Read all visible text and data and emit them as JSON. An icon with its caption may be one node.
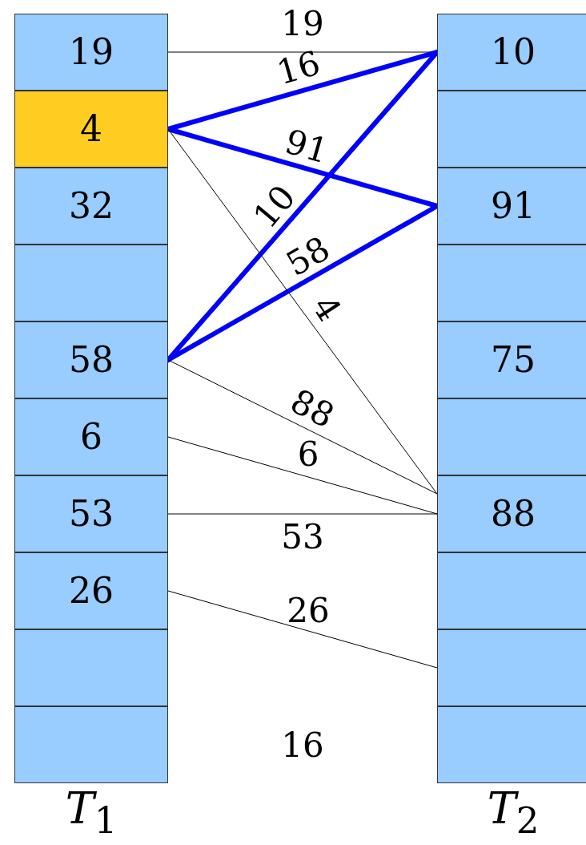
{
  "diagram": {
    "nodes": [
      {
        "text": [
          "*T*$_{1}$"
        ]
      },
      {
        "text": [
          "19"
        ],
        "in": 0
      },
      {
        "text": [
          "4"
        ],
        "in": 0
      },
      {
        "text": [
          "32"
        ],
        "in": 0
      },
      {
        "text": [],
        "shape": "box",
        "in": 0
      },
      {
        "text": [
          "58"
        ],
        "in": 0
      },
      {
        "text": [
          "6"
        ],
        "in": 0
      },
      {
        "text": [
          "53"
        ],
        "in": 0
      },
      {
        "text": [
          "26"
        ],
        "in": 0
      },
      {
        "text": [],
        "shape": "box",
        "in": 0
      },
      {
        "text": [],
        "shape": "box",
        "in": 0
      },
      {
        "text": [
          "*T*$_{2}$"
        ]
      },
      {
        "text": [
          "10"
        ],
        "in": 11
      },
      {
        "text": [],
        "shape": "box",
        "in": 11
      },
      {
        "text": [
          "91"
        ],
        "in": 11
      },
      {
        "text": [],
        "shape": "box",
        "in": 11
      },
      {
        "text": [
          "75"
        ],
        "in": 11
      },
      {
        "text": [],
        "shape": "box",
        "in": 11
      },
      {
        "text": [
          "88"
        ],
        "in": 11
      },
      {
        "text": [],
        "shape": "box",
        "in": 11
      },
      {
        "text": [],
        "shape": "box",
        "in": 11
      },
      {
        "text": [],
        "shape": "box",
        "in": 11
      }
    ],
    "edges": [
      {
        "from": 1,
        "to": 12,
        "arrow": "none",
        "label": "19"
      },
      {
        "from": 2,
        "to": 12,
        "arrow": "none",
        "label": "16",
        "style": "thick",
        "color": "#0000ff"
      },
      {
        "from": 2,
        "to": 14,
        "arrow": "none",
        "label": "91",
        "style": "thick",
        "color": "#0000ff"
      },
      {
        "from": 5,
        "to": 12,
        "arrow": "none",
        "label": "10",
        "style": "thick",
        "color": "#0000ff"
      },
      {
        "from": 5,
        "to": 14,
        "arrow": "none",
        "label": "58",
        "style": "thick",
        "color": "#0000ff"
      },
      {
        "from": 2,
        "to": 18,
        "arrow": "none",
        "label": "4"
      },
      {
        "from": 5,
        "to": 18,
        "arrow": "none",
        "label": "88"
      },
      {
        "from": 6,
        "to": 18,
        "arrow": "none",
        "label": "6"
      },
      {
        "from": 7,
        "to": 18,
        "arrow": "none",
        "label": "53"
      },
      {
        "from": 8,
        "to": 20,
        "arrow": "none",
        "label": "26"
      }
    ],
    "labels": [
      "16"
    ]
  }
}
